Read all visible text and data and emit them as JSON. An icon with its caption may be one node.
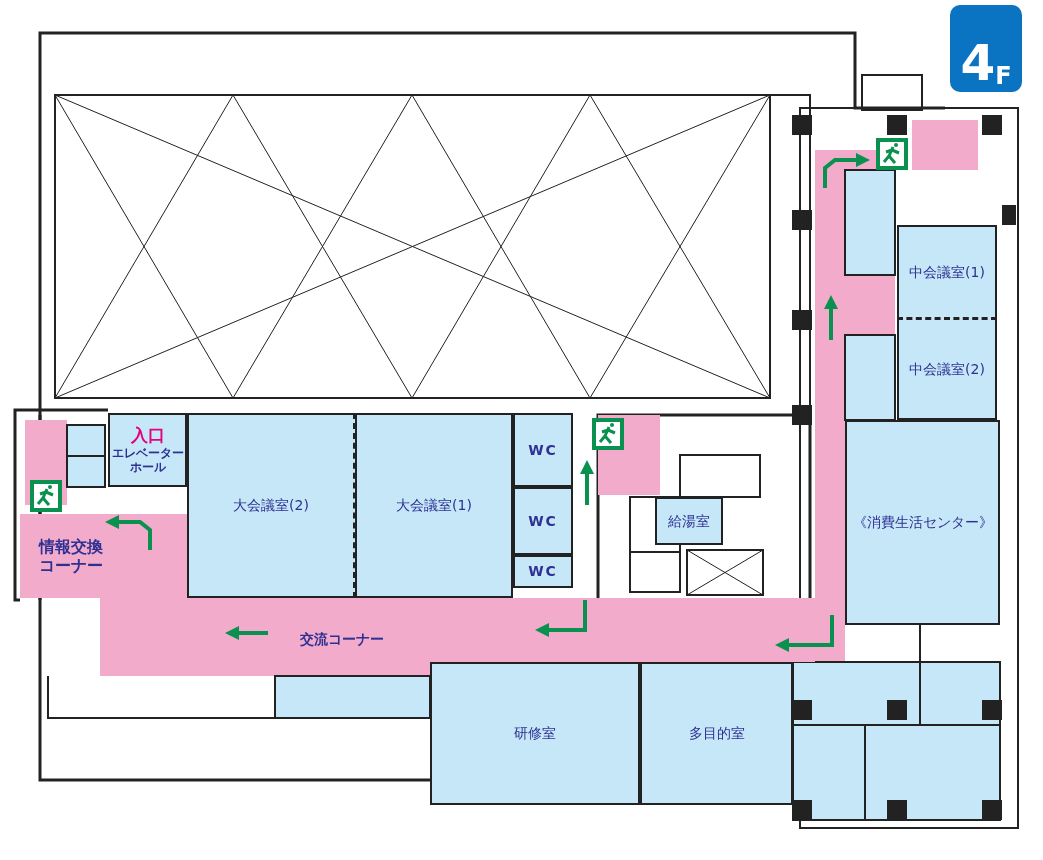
{
  "diagram": {
    "nodes": [
      {
        "text": [
          "4",
          "F"
        ]
      },
      {
        "text": [
          "入口",
          "エレベーターホール"
        ]
      },
      {
        "text": [
          "大会議室(2)"
        ]
      },
      {
        "text": [
          "大会議室(1)"
        ]
      },
      {
        "text": [
          "WC"
        ]
      },
      {
        "text": [
          "WC"
        ]
      },
      {
        "text": [
          "WC"
        ]
      },
      {
        "text": [
          "情報交換コーナー"
        ]
      },
      {
        "text": [
          "交流コーナー"
        ]
      },
      {
        "text": [
          "給湯室"
        ]
      },
      {
        "text": [
          "中会議室(1)"
        ]
      },
      {
        "text": [
          "中会議室(2)"
        ]
      },
      {
        "text": [
          "《消費生活センター》"
        ]
      },
      {
        "text": [
          "研修室"
        ]
      },
      {
        "text": [
          "多目的室"
        ]
      }
    ],
    "edges": []
  }
}
